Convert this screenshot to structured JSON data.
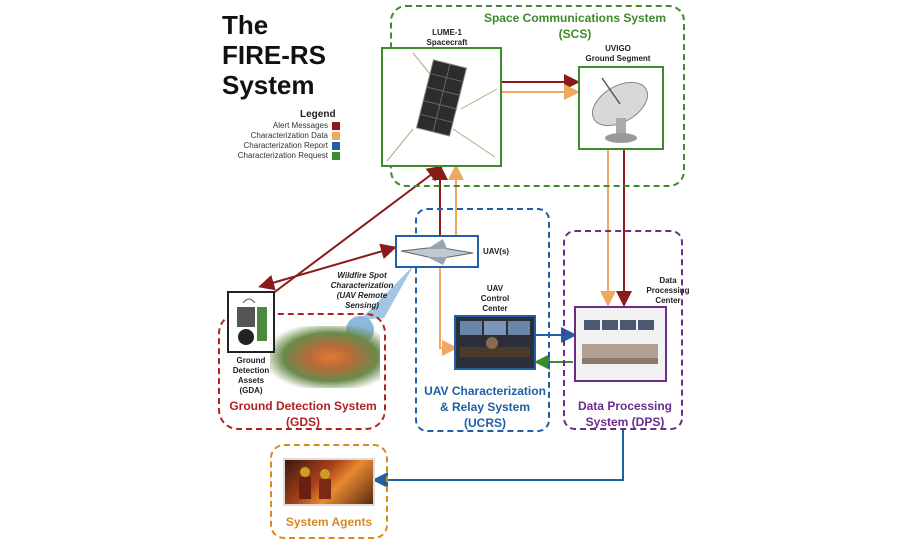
{
  "title": [
    "The",
    "FIRE-RS",
    "System"
  ],
  "legend": {
    "title": "Legend",
    "items": [
      {
        "label": "Alert Messages",
        "color": "#8b1a1a"
      },
      {
        "label": "Characterization Data",
        "color": "#f0a860"
      },
      {
        "label": "Characterization Report",
        "color": "#1f5fa6"
      },
      {
        "label": "Characterization Request",
        "color": "#3d8b2a"
      }
    ]
  },
  "regions": {
    "scs": {
      "name": "Space Communications System",
      "abbr": "(SCS)",
      "color": "#3d8b2a"
    },
    "ucrs": {
      "name_line1": "UAV Characterization",
      "name_line2": "& Relay System",
      "abbr": "(UCRS)",
      "color": "#1f5fa6"
    },
    "dps": {
      "name_line1": "Data Processing",
      "name_line2": "System (DPS)",
      "color": "#6a2d8a"
    },
    "gds": {
      "name": "Ground Detection System",
      "abbr": "(GDS)",
      "color": "#b22222"
    },
    "agents": {
      "name": "System Agents",
      "color": "#d98a1c"
    }
  },
  "nodes": {
    "spacecraft": {
      "line1": "LUME-1",
      "line2": "Spacecraft"
    },
    "ground_segment": {
      "line1": "UVIGO",
      "line2": "Ground Segment"
    },
    "uav": {
      "label": "UAV(s)"
    },
    "control_center": {
      "line1": "UAV",
      "line2": "Control",
      "line3": "Center"
    },
    "processing_center": {
      "line1": "Data",
      "line2": "Processing",
      "line3": "Center"
    },
    "gda": {
      "line1": "Ground",
      "line2": "Detection",
      "line3": "Assets",
      "line4": "(GDA)"
    },
    "wildfire": {
      "line1": "Wildfire Spot",
      "line2": "Characterization",
      "line3": "(UAV Remote",
      "line4": "Sensing)"
    }
  }
}
